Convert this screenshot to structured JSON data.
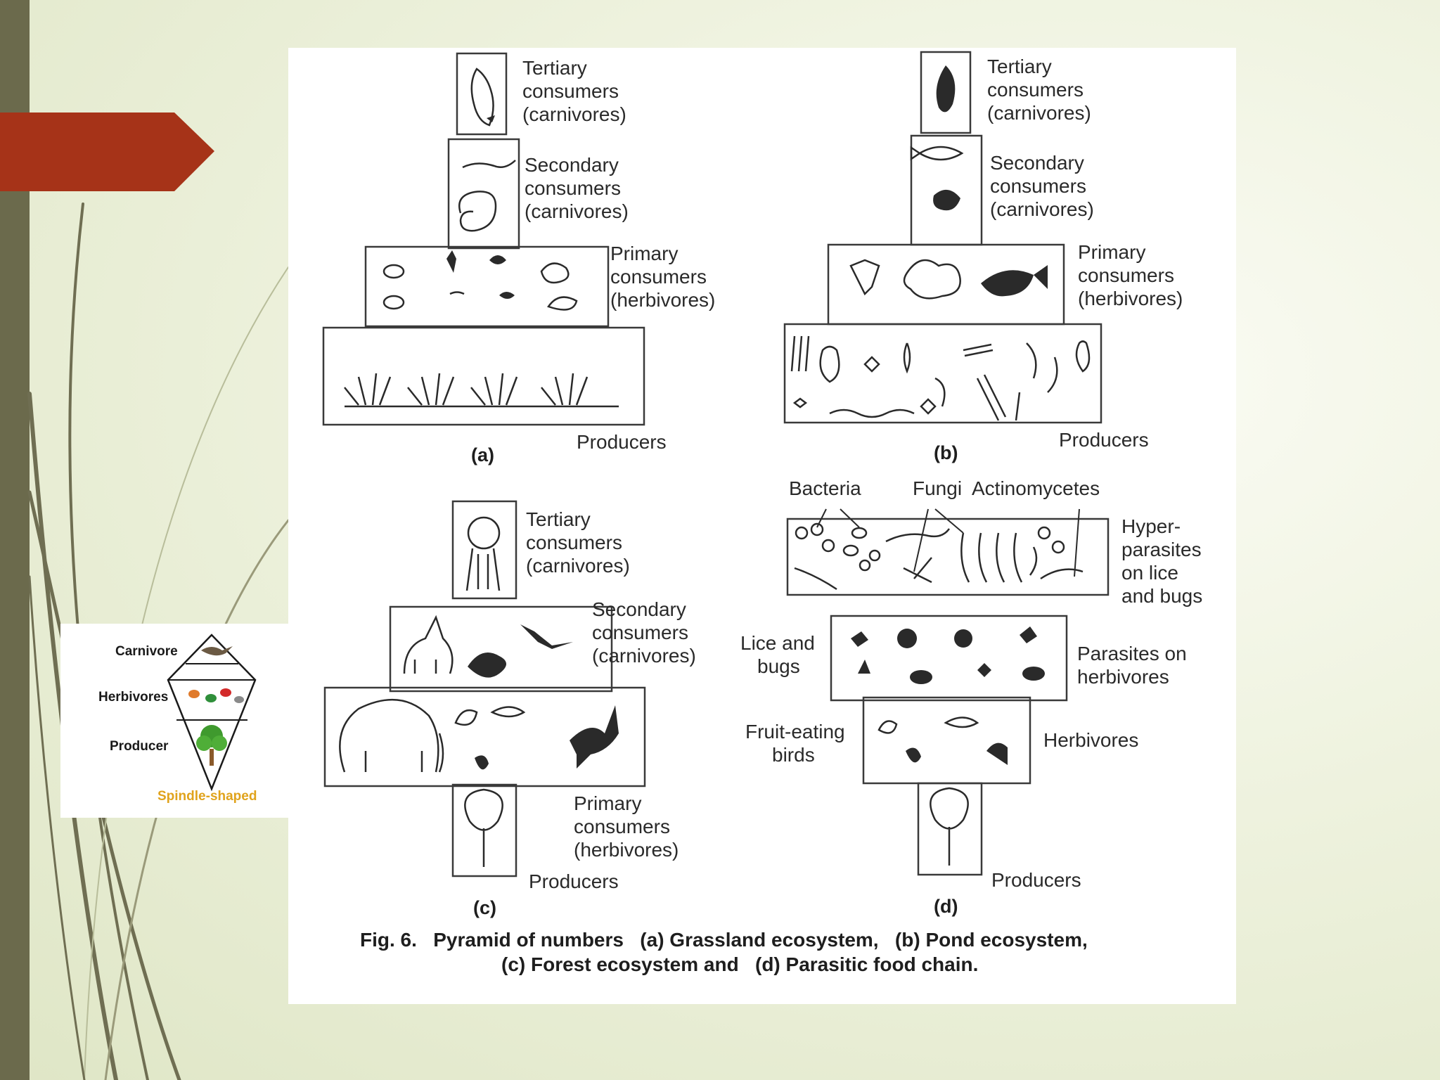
{
  "colors": {
    "left_bar": "#6b6a4c",
    "arrow_flag": "#a63318",
    "inset_caption": "#e0a31c",
    "tree_green": "#3f9a2e"
  },
  "inset": {
    "carnivore": "Carnivore",
    "herbivores": "Herbivores",
    "producer": "Producer",
    "caption": "Spindle-shaped"
  },
  "figure": {
    "a": {
      "tertiary": [
        "Tertiary",
        "consumers",
        "(carnivores)"
      ],
      "secondary": [
        "Secondary",
        "consumers",
        "(carnivores)"
      ],
      "primary": [
        "Primary",
        "consumers",
        "(herbivores)"
      ],
      "producers": "Producers",
      "tag": "(a)"
    },
    "b": {
      "tertiary": [
        "Tertiary",
        "consumers",
        "(carnivores)"
      ],
      "secondary": [
        "Secondary",
        "consumers",
        "(carnivores)"
      ],
      "primary": [
        "Primary",
        "consumers",
        "(herbivores)"
      ],
      "producers": "Producers",
      "tag": "(b)"
    },
    "c": {
      "tertiary": [
        "Tertiary",
        "consumers",
        "(carnivores)"
      ],
      "secondary": [
        "Secondary",
        "consumers",
        "(carnivores)"
      ],
      "primary": [
        "Primary",
        "consumers",
        "(herbivores)"
      ],
      "producers": "Producers",
      "tag": "(c)"
    },
    "d": {
      "bacteria": "Bacteria",
      "fungi": "Fungi",
      "actinomycetes": "Actinomycetes",
      "hyperparasites": [
        "Hyper-",
        "parasites",
        "on lice",
        "and bugs"
      ],
      "lice_bugs": [
        "Lice and",
        "bugs"
      ],
      "parasites_herbivores": [
        "Parasites on",
        "herbivores"
      ],
      "fruit_birds": [
        "Fruit-eating",
        "birds"
      ],
      "herbivores": "Herbivores",
      "producers": "Producers",
      "tag": "(d)"
    },
    "caption_line1": "Fig. 6.   Pyramid of numbers   (a) Grassland ecosystem,   (b) Pond ecosystem,",
    "caption_line2": "(c) Forest ecosystem and   (d) Parasitic food chain."
  }
}
